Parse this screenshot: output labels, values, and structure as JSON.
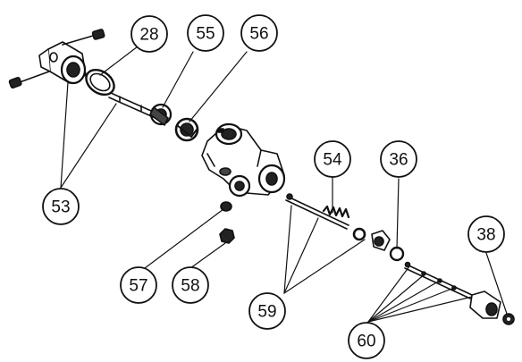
{
  "callouts": {
    "c28": "28",
    "c55": "55",
    "c56": "56",
    "c53": "53",
    "c54": "54",
    "c36": "36",
    "c38": "38",
    "c57": "57",
    "c58": "58",
    "c59": "59",
    "c60": "60"
  }
}
